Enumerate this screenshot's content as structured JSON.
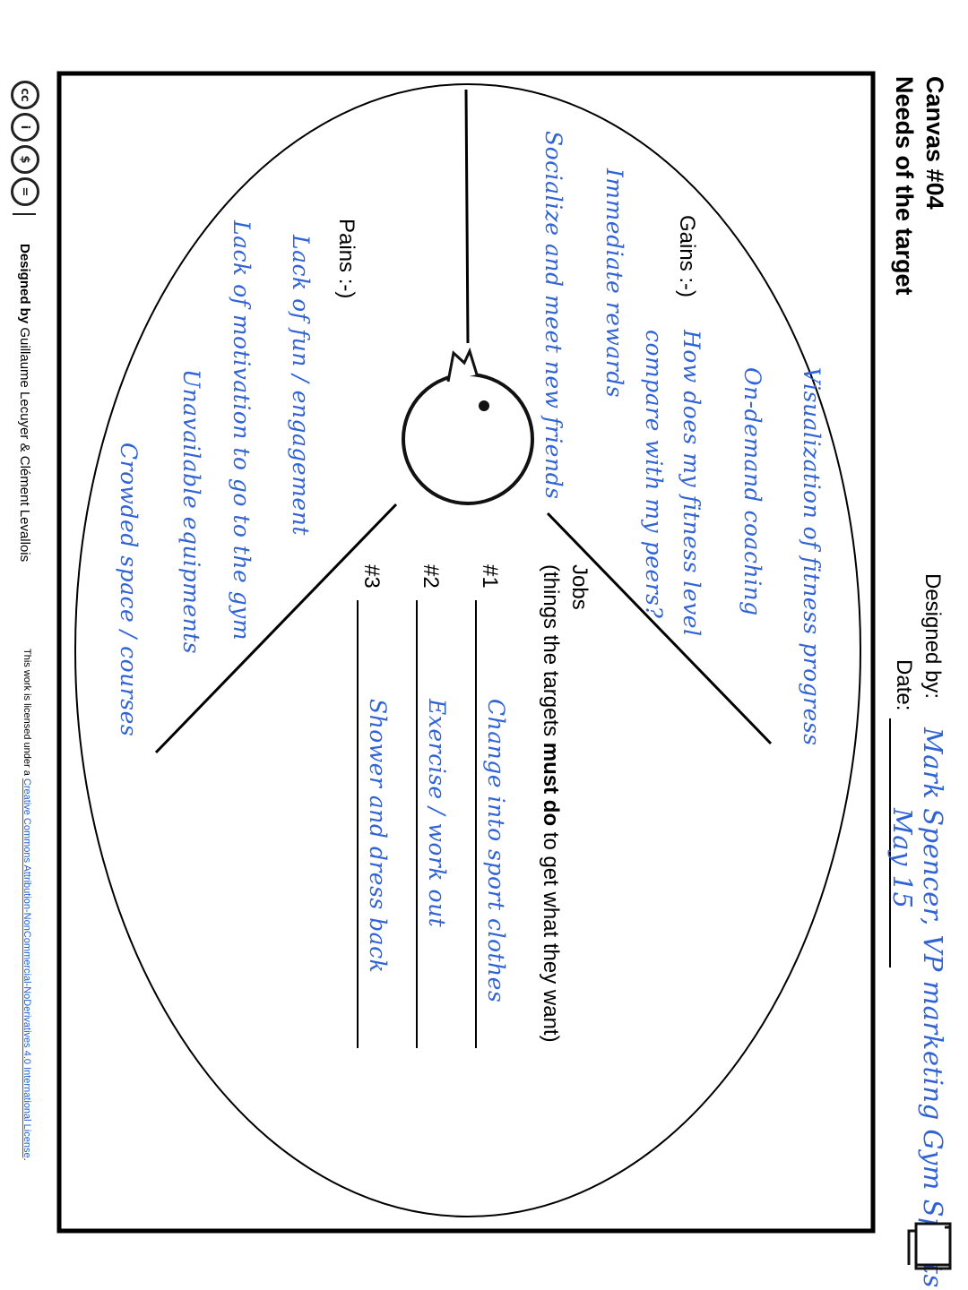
{
  "header": {
    "canvas_number": "Canvas #04",
    "canvas_title": "Needs of the target",
    "designed_by_label": "Designed by:",
    "designed_by_value": "Mark Spencer, VP marketing Gym Sports",
    "date_label": "Date:",
    "date_value": "May 15"
  },
  "gains": {
    "label": "Gains :-)",
    "items": [
      "Visualization of fitness progress",
      "On-demand coaching",
      "How does my fitness level",
      "compare with my peers?",
      "Immediate rewards",
      "Socialize and meet new friends"
    ]
  },
  "pains": {
    "label": "Pains :-)",
    "items": [
      "Lack of fun / engagement",
      "Lack of motivation to go to the gym",
      "Unavailable equipments",
      "Crowded space / courses"
    ]
  },
  "jobs": {
    "label": "Jobs",
    "description_pre": "(things the targets ",
    "description_bold": "must do",
    "description_post": " to get what they want)",
    "items": [
      {
        "number": "#1",
        "value": "Change into sport clothes"
      },
      {
        "number": "#2",
        "value": "Exercise / work out"
      },
      {
        "number": "#3",
        "value": "Shower and dress back"
      }
    ]
  },
  "footer": {
    "designed_by_bold": "Designed by",
    "designers": " Guillaume Lecuyer & Clément Levallois",
    "license_pre": "This work is licensed under a ",
    "license_link": "Creative Commons Attribution-NonCommercial-NoDerivatives 4.0 International License",
    "license_post": ".",
    "cc_icons": [
      "cc-icon",
      "by-icon",
      "nc-icon",
      "nd-icon"
    ]
  }
}
